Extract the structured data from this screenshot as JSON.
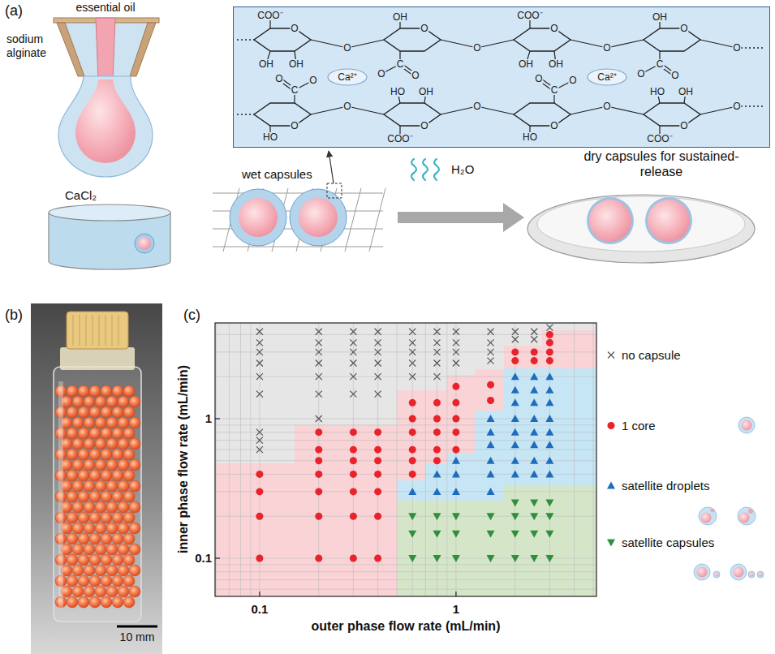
{
  "diagram": {
    "nodes": [
      {
        "text": [
          "O",
          "COO⁻",
          "OH",
          "OH",
          "O",
          "O",
          "OH",
          "C",
          "O",
          "O",
          "Ca²⁺",
          "O",
          "O",
          "COO⁻",
          "OH",
          "OH",
          "O",
          "O",
          "OH",
          "C",
          "O",
          "O",
          "Ca²⁺",
          "O",
          "O",
          "C",
          "O",
          "O",
          "HO",
          "O",
          "O",
          "HO",
          "OH",
          "COO⁻",
          "O",
          "O",
          "C",
          "O",
          "O",
          "HO",
          "O",
          "O",
          "HO",
          "OH",
          "COO⁻",
          "O"
        ]
      }
    ],
    "labels": [
      "(a)",
      "essential oil",
      "sodium alginate",
      "CaCl₂",
      "wet capsules",
      "H₂O",
      "dry capsules for sustained-release",
      "(b)",
      "10 mm",
      "(c)",
      "0.1",
      "1",
      "0.1",
      "1",
      "outer phase flow rate (mL/min)",
      "inner phase flow rate (mL/min)"
    ],
    "legend": [
      {
        "text": "no capsule"
      },
      {
        "text": "1 core"
      },
      {
        "text": "satellite droplets"
      },
      {
        "text": "satellite capsules"
      }
    ]
  }
}
